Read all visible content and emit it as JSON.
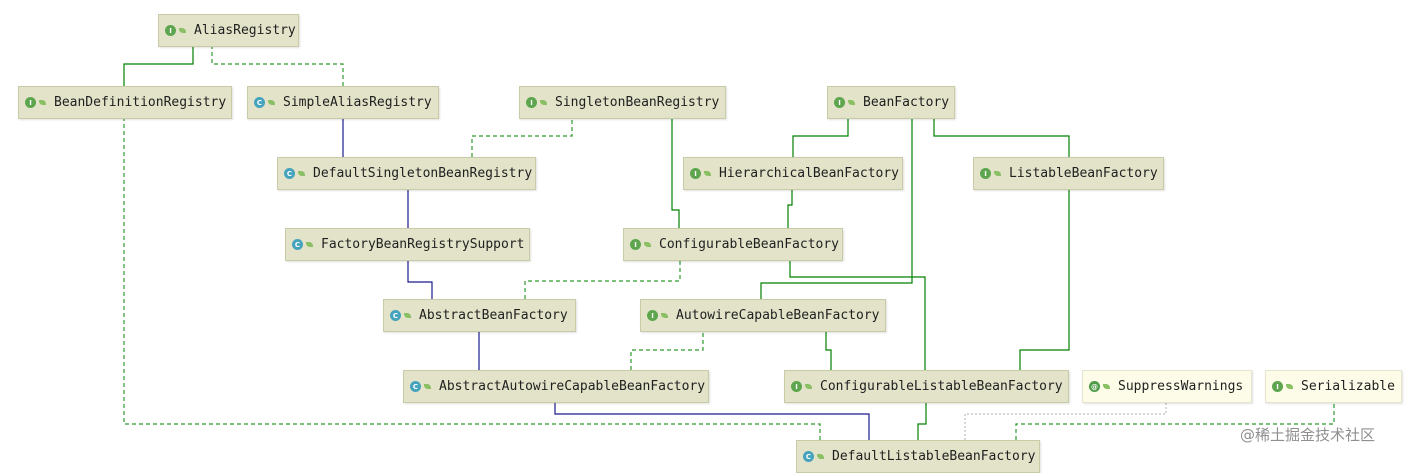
{
  "nodes": {
    "alias_registry": {
      "name": "AliasRegistry",
      "kind": "I"
    },
    "bean_definition_registry": {
      "name": "BeanDefinitionRegistry",
      "kind": "I"
    },
    "simple_alias_registry": {
      "name": "SimpleAliasRegistry",
      "kind": "C"
    },
    "singleton_bean_registry": {
      "name": "SingletonBeanRegistry",
      "kind": "I"
    },
    "bean_factory": {
      "name": "BeanFactory",
      "kind": "I"
    },
    "default_singleton_bean_registry": {
      "name": "DefaultSingletonBeanRegistry",
      "kind": "C"
    },
    "hierarchical_bean_factory": {
      "name": "HierarchicalBeanFactory",
      "kind": "I"
    },
    "listable_bean_factory": {
      "name": "ListableBeanFactory",
      "kind": "I"
    },
    "factory_bean_registry_support": {
      "name": "FactoryBeanRegistrySupport",
      "kind": "C"
    },
    "configurable_bean_factory": {
      "name": "ConfigurableBeanFactory",
      "kind": "I"
    },
    "abstract_bean_factory": {
      "name": "AbstractBeanFactory",
      "kind": "C"
    },
    "autowire_capable_bean_factory": {
      "name": "AutowireCapableBeanFactory",
      "kind": "I"
    },
    "abstract_autowire_capable_bean_factory": {
      "name": "AbstractAutowireCapableBeanFactory",
      "kind": "C"
    },
    "configurable_listable_bean_factory": {
      "name": "ConfigurableListableBeanFactory",
      "kind": "I"
    },
    "suppress_warnings": {
      "name": "SuppressWarnings",
      "kind": "@"
    },
    "serializable": {
      "name": "Serializable",
      "kind": "I"
    },
    "default_listable_bean_factory": {
      "name": "DefaultListableBeanFactory",
      "kind": "C"
    }
  },
  "edge_colors": {
    "extends_interface": "#008000",
    "implements": "#2f9a2f",
    "extends_class": "#1a1a8c",
    "annotation": "#bdbdbd"
  },
  "watermark": "@稀土掘金技术社区"
}
